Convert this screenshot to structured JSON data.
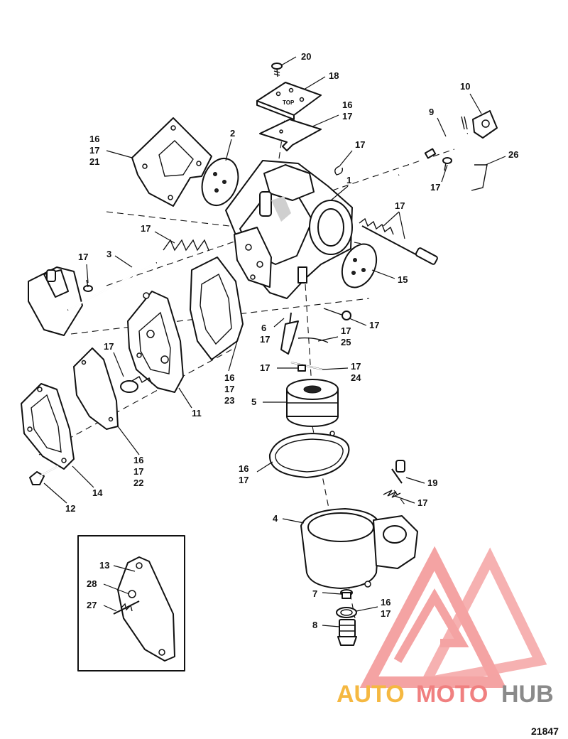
{
  "figure_number": "21847",
  "watermark": {
    "auto": "AUTO",
    "moto": "MOTO",
    "hub": "HUB"
  },
  "part_label_tops": [
    "TOP"
  ],
  "callouts": {
    "c20": [
      "20"
    ],
    "c18": [
      "18"
    ],
    "c16_17_top": [
      "16",
      "17"
    ],
    "c10": [
      "10"
    ],
    "c9": [
      "9"
    ],
    "c2": [
      "2"
    ],
    "c16_17_21": [
      "16",
      "17",
      "21"
    ],
    "c17_clip": [
      "17"
    ],
    "c1": [
      "1"
    ],
    "c17_screw9": [
      "17"
    ],
    "c26": [
      "26"
    ],
    "c17_needle": [
      "17"
    ],
    "c17_spring3": [
      "17"
    ],
    "c15": [
      "15"
    ],
    "c17_screw3": [
      "17"
    ],
    "c3": [
      "3"
    ],
    "c17_screw_r": [
      "17"
    ],
    "c6_17": [
      "6",
      "17"
    ],
    "c17_25": [
      "17",
      "25"
    ],
    "c16_17_23": [
      "16",
      "17",
      "23"
    ],
    "c17_pump": [
      "17"
    ],
    "c17_screw_m": [
      "17"
    ],
    "c17_24": [
      "17",
      "24"
    ],
    "c11": [
      "11"
    ],
    "c5": [
      "5"
    ],
    "c16_17_22": [
      "16",
      "17",
      "22"
    ],
    "c16_17_gasket": [
      "16",
      "17"
    ],
    "c19": [
      "19"
    ],
    "c17_spring19": [
      "17"
    ],
    "c14": [
      "14"
    ],
    "c12": [
      "12"
    ],
    "c4": [
      "4"
    ],
    "c13": [
      "13"
    ],
    "c28": [
      "28"
    ],
    "c27": [
      "27"
    ],
    "c7": [
      "7"
    ],
    "c16_17_bottom": [
      "16",
      "17"
    ],
    "c8": [
      "8"
    ]
  }
}
